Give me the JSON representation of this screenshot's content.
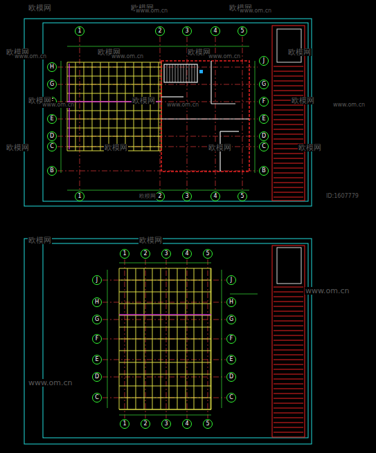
{
  "diagram": {
    "labels": [
      "1",
      "2",
      "3",
      "4",
      "5",
      "1",
      "2",
      "3",
      "4",
      "5",
      "H",
      "G",
      "F",
      "E",
      "D",
      "C",
      "B",
      "J",
      "G",
      "F",
      "E",
      "D",
      "C",
      "B",
      "1",
      "2",
      "3",
      "4",
      "5",
      "1",
      "2",
      "3",
      "4",
      "5",
      "J",
      "H",
      "G",
      "F",
      "E",
      "D",
      "C",
      "J",
      "H",
      "G",
      "F",
      "E",
      "D",
      "C",
      "欧模网",
      "欧模网",
      "欧模网",
      "欧模网",
      "欧模网",
      "欧模网",
      "欧模网",
      "欧模网",
      "欧模网",
      "欧模网",
      "欧模网",
      "欧模网",
      "欧模网",
      "欧模网",
      "欧模网",
      "欧模网",
      "www.om.cn",
      "www.om.cn",
      "www.om.cn",
      "www.om.cn",
      "www.om.cn",
      "www.om.cn",
      "www.om.cn",
      "www.om.cn",
      "www.om.cn",
      "www.om.cn",
      "欧模网",
      "ID:1607779"
    ]
  }
}
